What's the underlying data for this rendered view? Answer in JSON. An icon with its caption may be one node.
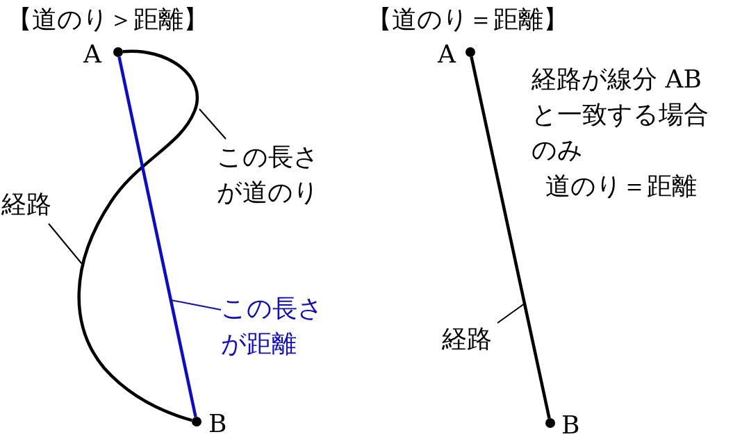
{
  "diagram": {
    "nodes": [
      {
        "text": [],
        "shape": "circle",
        "beside": [
          "A"
        ]
      },
      {
        "text": [],
        "shape": "circle",
        "beside": [
          "B"
        ]
      },
      {
        "text": [
          "この長さが道のり"
        ]
      },
      {
        "text": [
          "経路"
        ]
      },
      {
        "text": [
          "この長さが距離"
        ]
      },
      {
        "text": [],
        "shape": "circle",
        "beside": [
          "A"
        ]
      },
      {
        "text": [],
        "shape": "circle",
        "beside": [
          "B"
        ]
      },
      {
        "text": [
          "経路"
        ]
      }
    ],
    "edges": [
      {
        "from": 0,
        "to": 1,
        "arrow": "none",
        "style": "thick"
      },
      {
        "from": 0,
        "to": 1,
        "arrow": "none",
        "style": "thick",
        "color": "#0a0ad0"
      },
      {
        "from": 2,
        "to": null,
        "arrow": "none"
      },
      {
        "from": 3,
        "to": null,
        "arrow": "none"
      },
      {
        "from": 4,
        "to": null,
        "arrow": "none",
        "color": "#0a0ad0"
      },
      {
        "from": 5,
        "to": 6,
        "arrow": "none",
        "style": "thick"
      },
      {
        "from": 7,
        "to": null,
        "arrow": "none"
      }
    ],
    "labels": [
      "【道のり＞距離】",
      "【道のり＝距離】",
      "経路が線分 ABと一致する場合のみ",
      "道のり＝距離"
    ]
  }
}
